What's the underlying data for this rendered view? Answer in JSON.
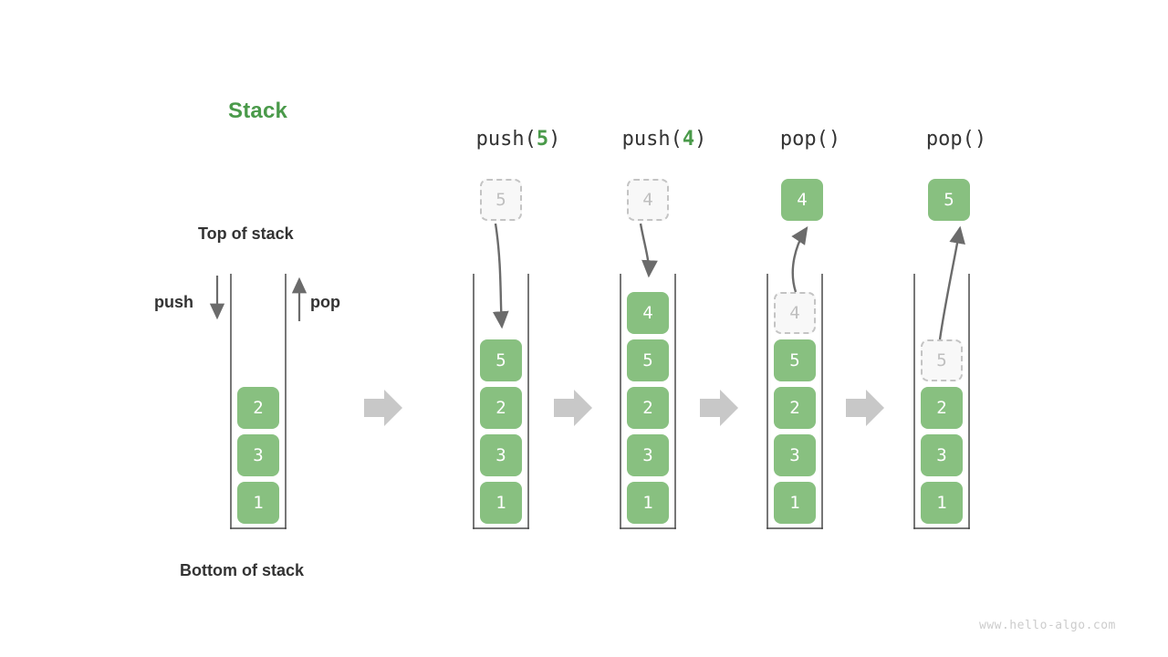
{
  "diagram": {
    "title": "Stack",
    "title_color": "#4a9a4a",
    "cell_color": "#88c080",
    "ghost_color": "#bfbfbf",
    "arrow_color": "#c8c8c8",
    "watermark": "www.hello-algo.com",
    "labels": {
      "top_of_stack": "Top of stack",
      "bottom_of_stack": "Bottom of stack",
      "push": "push",
      "pop": "pop"
    },
    "operations": [
      {
        "name": "push",
        "arg": "5",
        "open": "(",
        "close": ")"
      },
      {
        "name": "push",
        "arg": "4",
        "open": "(",
        "close": ")"
      },
      {
        "name": "pop",
        "arg": "",
        "open": "(",
        "close": ")"
      },
      {
        "name": "pop",
        "arg": "",
        "open": "(",
        "close": ")"
      }
    ],
    "stacks": [
      {
        "id": "stack-initial",
        "cells": [
          {
            "value": "2",
            "state": "filled"
          },
          {
            "value": "3",
            "state": "filled"
          },
          {
            "value": "1",
            "state": "filled"
          }
        ],
        "incoming": null,
        "popped": null
      },
      {
        "id": "stack-after-push-5",
        "cells": [
          {
            "value": "5",
            "state": "filled"
          },
          {
            "value": "2",
            "state": "filled"
          },
          {
            "value": "3",
            "state": "filled"
          },
          {
            "value": "1",
            "state": "filled"
          }
        ],
        "incoming": {
          "value": "5",
          "state": "ghost"
        },
        "popped": null
      },
      {
        "id": "stack-after-push-4",
        "cells": [
          {
            "value": "4",
            "state": "filled"
          },
          {
            "value": "5",
            "state": "filled"
          },
          {
            "value": "2",
            "state": "filled"
          },
          {
            "value": "3",
            "state": "filled"
          },
          {
            "value": "1",
            "state": "filled"
          }
        ],
        "incoming": {
          "value": "4",
          "state": "ghost"
        },
        "popped": null
      },
      {
        "id": "stack-after-pop-4",
        "cells": [
          {
            "value": "4",
            "state": "ghost"
          },
          {
            "value": "5",
            "state": "filled"
          },
          {
            "value": "2",
            "state": "filled"
          },
          {
            "value": "3",
            "state": "filled"
          },
          {
            "value": "1",
            "state": "filled"
          }
        ],
        "incoming": null,
        "popped": {
          "value": "4",
          "state": "filled"
        }
      },
      {
        "id": "stack-after-pop-5",
        "cells": [
          {
            "value": "",
            "state": "empty"
          },
          {
            "value": "5",
            "state": "ghost"
          },
          {
            "value": "2",
            "state": "filled"
          },
          {
            "value": "3",
            "state": "filled"
          },
          {
            "value": "1",
            "state": "filled"
          }
        ],
        "incoming": null,
        "popped": {
          "value": "5",
          "state": "filled"
        }
      }
    ],
    "flow_arrows": 4
  }
}
